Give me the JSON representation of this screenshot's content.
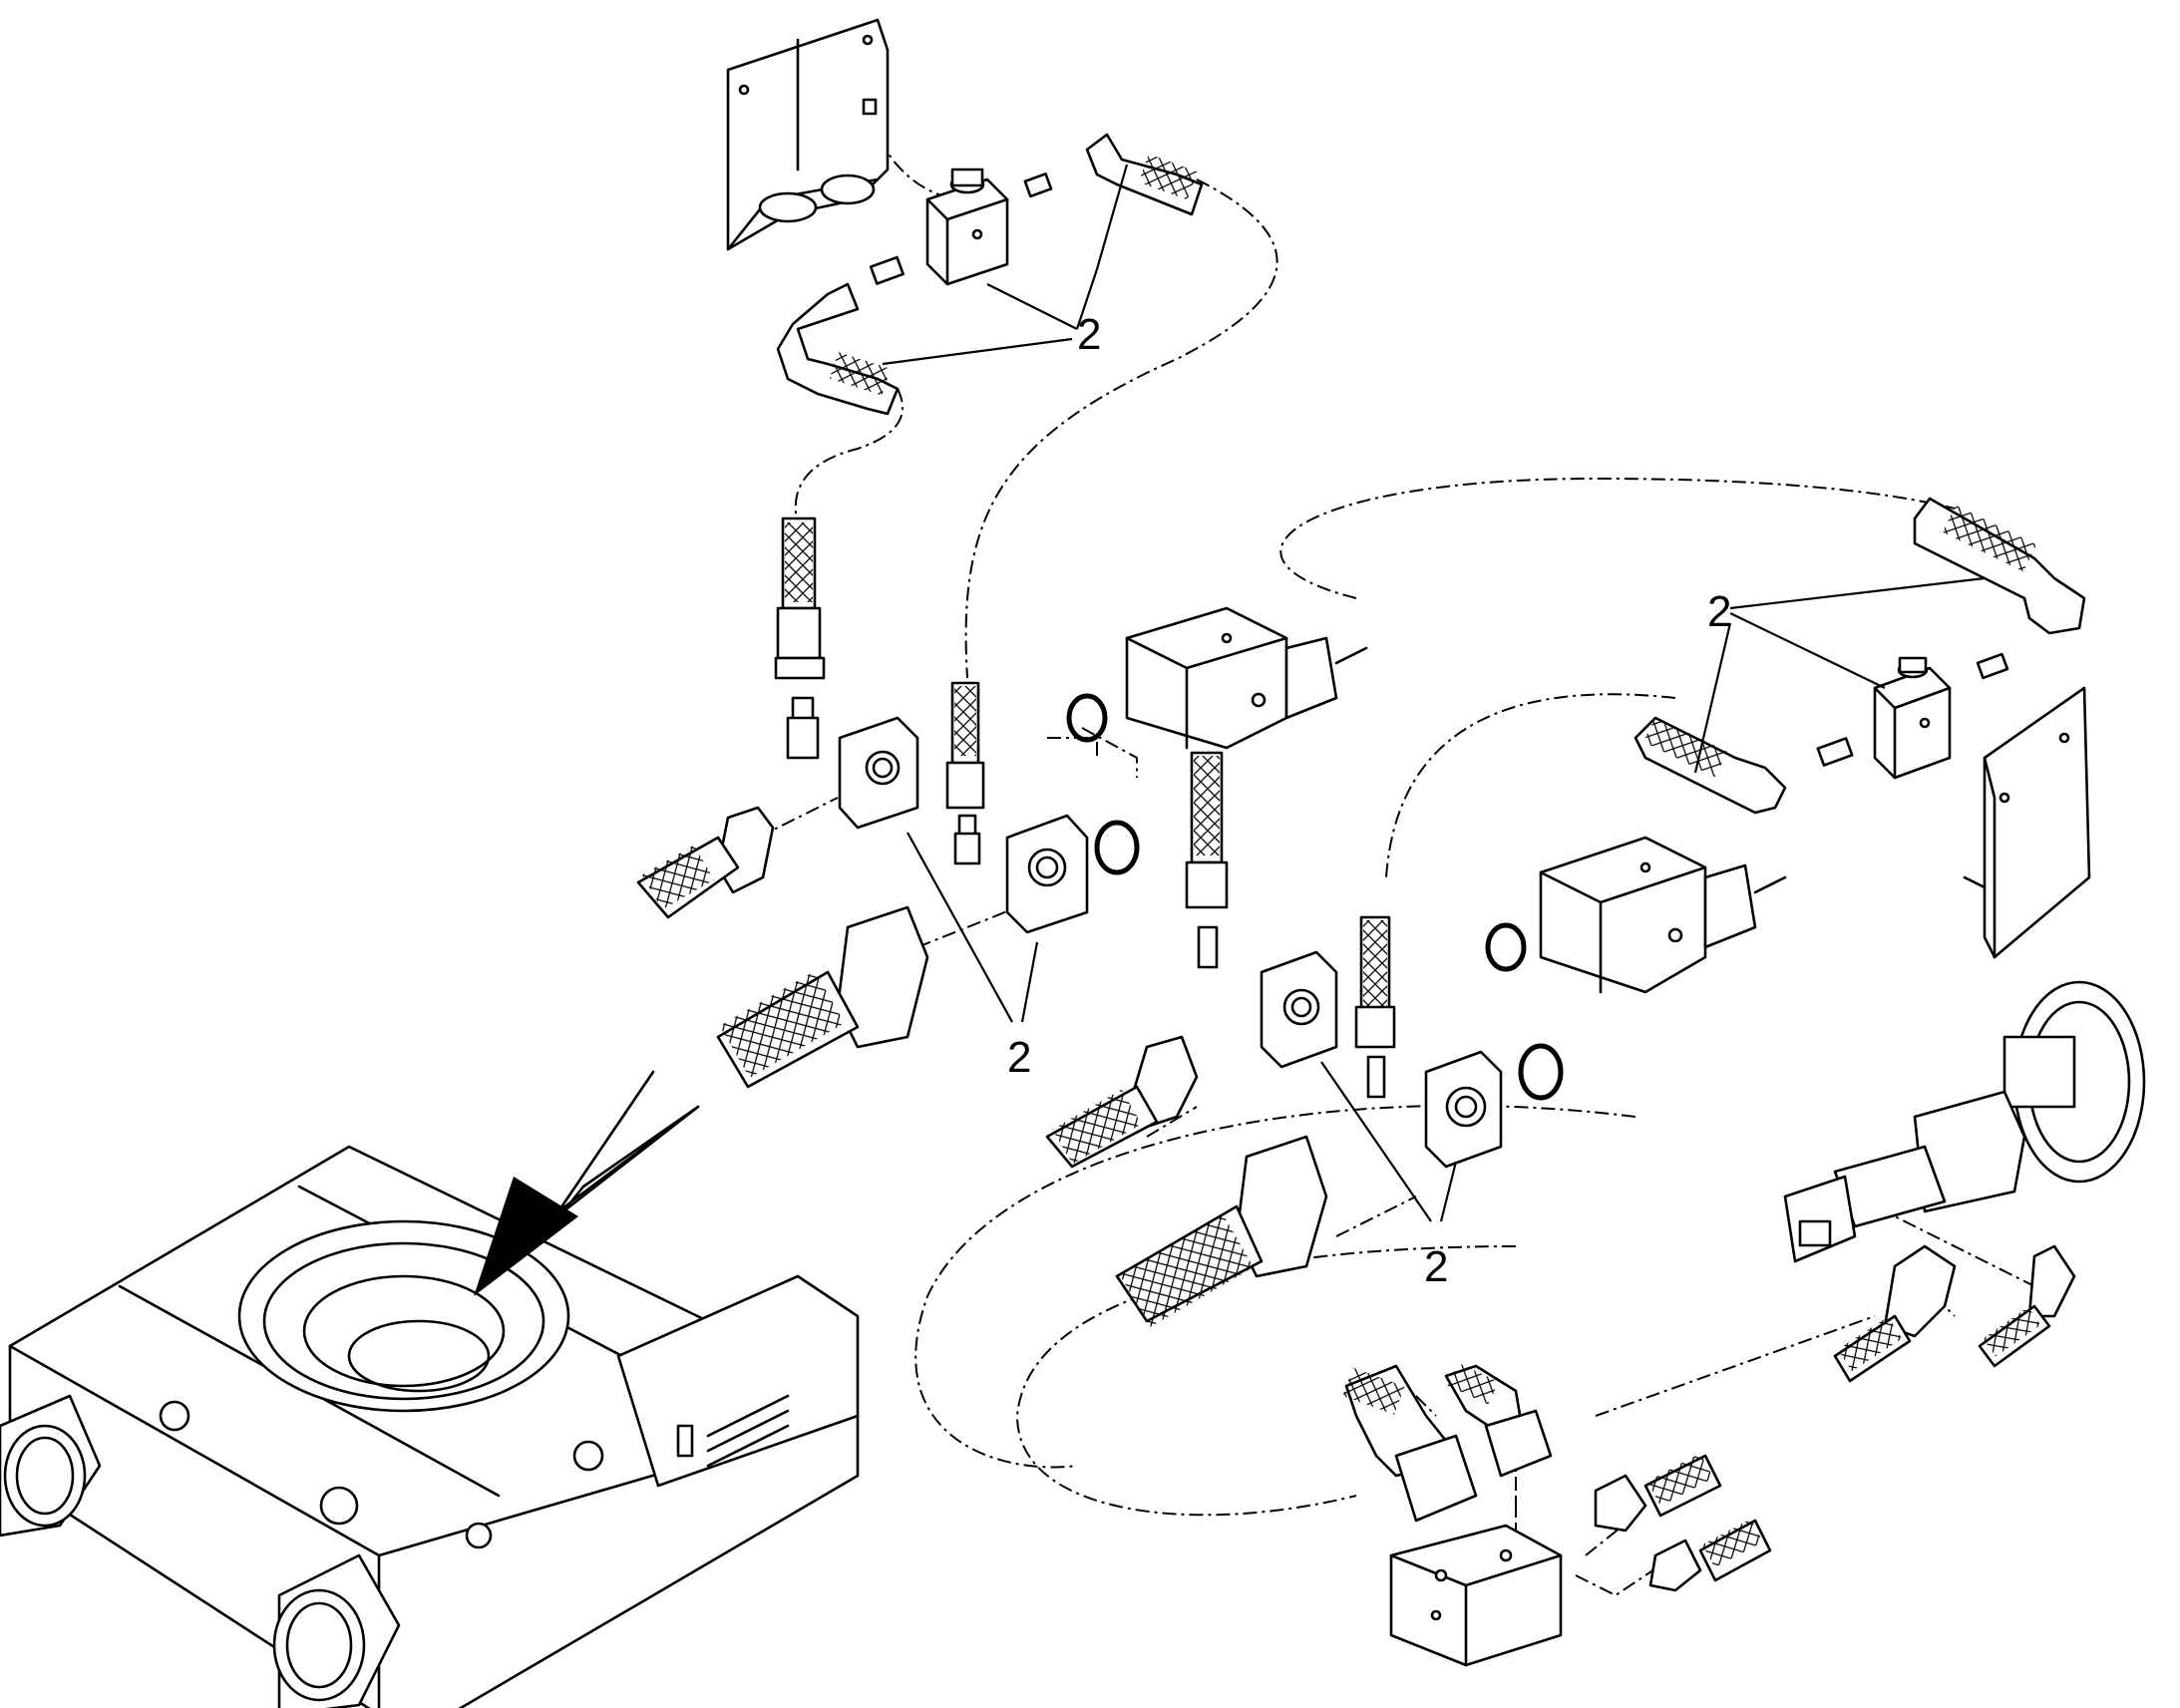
{
  "diagram": {
    "callouts": [
      {
        "id": "c1",
        "text": "2"
      },
      {
        "id": "c2",
        "text": "2"
      },
      {
        "id": "c3",
        "text": "2"
      },
      {
        "id": "c4",
        "text": "2"
      }
    ]
  },
  "colors": {
    "line": "#000000",
    "background": "#ffffff"
  }
}
